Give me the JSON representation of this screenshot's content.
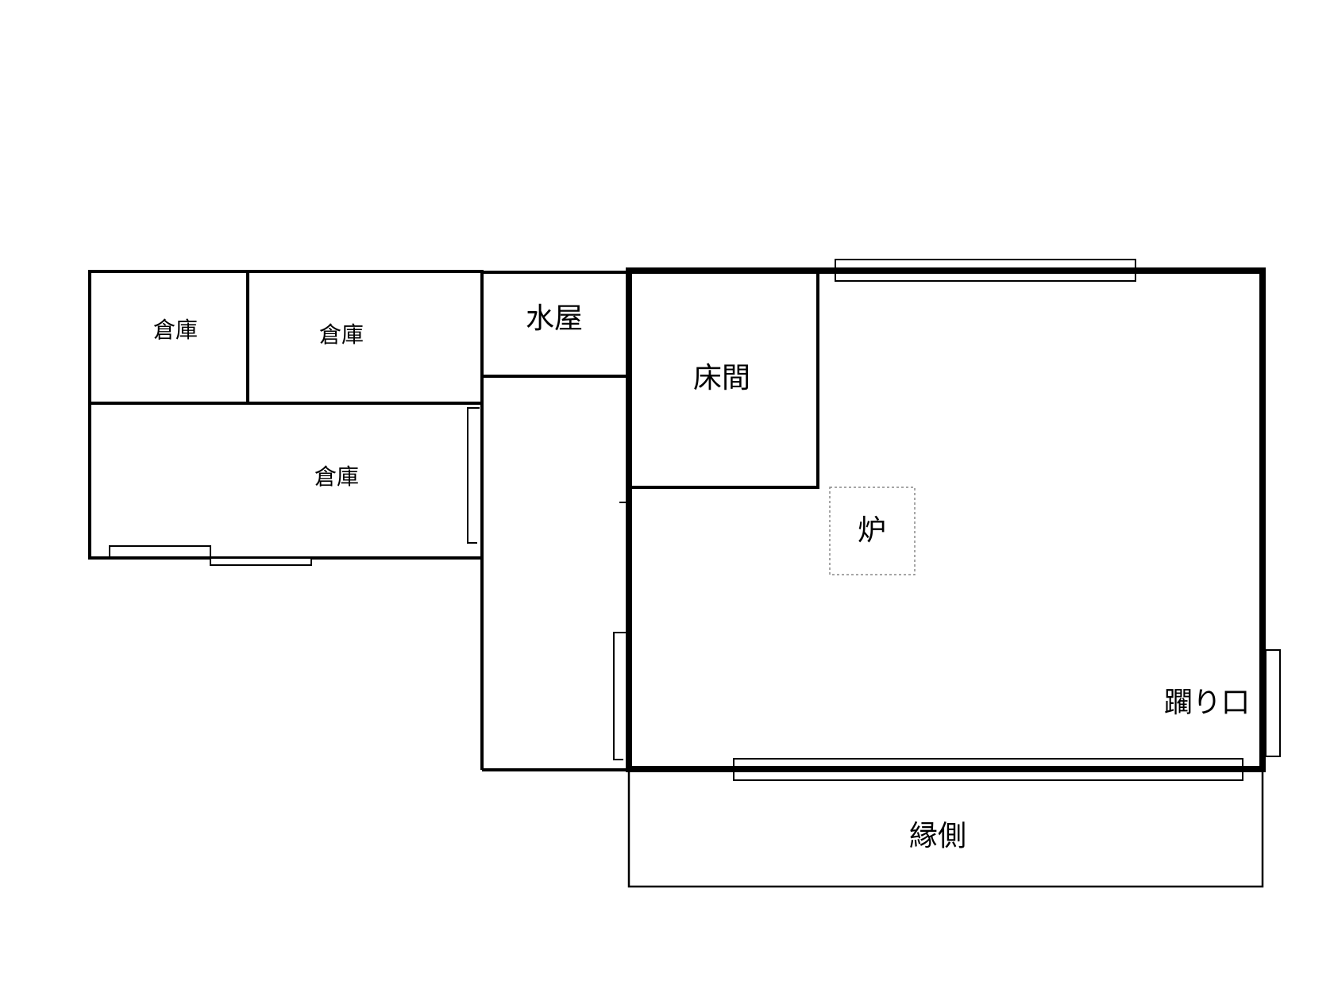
{
  "diagram": {
    "type": "floor-plan",
    "colors": {
      "wall": "#000000",
      "background": "#ffffff",
      "hearth_outline": "#888888"
    },
    "rooms": [
      {
        "id": "storage-1",
        "label": "倉庫"
      },
      {
        "id": "storage-2",
        "label": "倉庫"
      },
      {
        "id": "storage-3",
        "label": "倉庫"
      },
      {
        "id": "mizuya",
        "label": "水屋"
      },
      {
        "id": "tokonoma",
        "label": "床間"
      },
      {
        "id": "hearth",
        "label": "炉"
      },
      {
        "id": "nijiriguchi",
        "label": "躙り口"
      },
      {
        "id": "engawa",
        "label": "縁側"
      }
    ]
  }
}
